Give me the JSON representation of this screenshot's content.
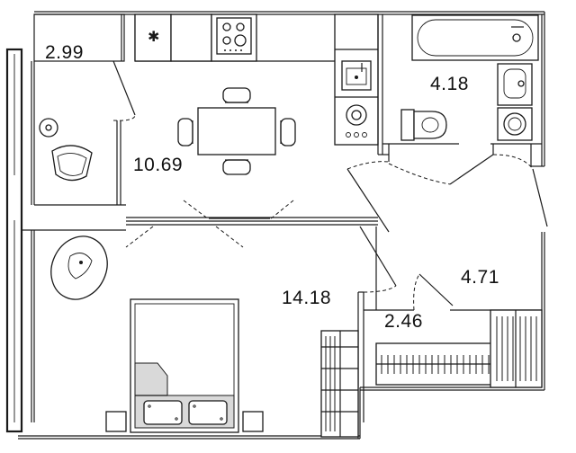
{
  "rooms": {
    "balcony_area": "2.99",
    "kitchen_area": "10.69",
    "bathroom_area": "4.18",
    "bedroom_area": "14.18",
    "hallway_area": "4.71",
    "storage_area": "2.46"
  },
  "colors": {
    "wall": "#1a1a1a",
    "bed_fill": "#d9d9d9",
    "background": "#ffffff"
  }
}
